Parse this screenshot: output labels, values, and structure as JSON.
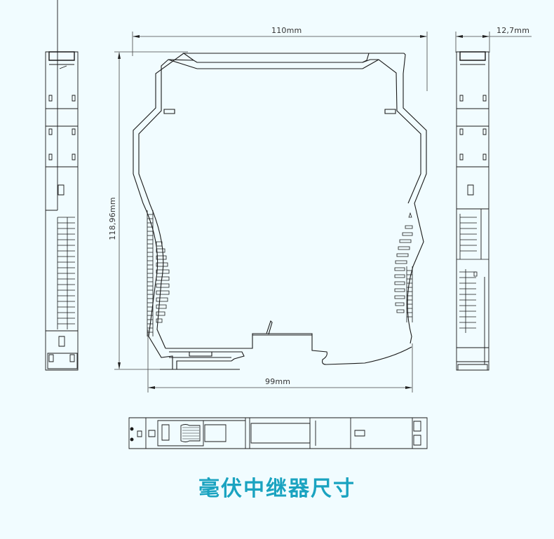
{
  "caption": {
    "text": "毫伏中继器尺寸",
    "color": "#1aa3c0"
  },
  "colors": {
    "background": "#f1fcff",
    "line": "#1a1a1a",
    "dimension_line": "#444444"
  },
  "dimensions": {
    "width_total": "110mm",
    "height_total": "118,96mm",
    "base_width": "99mm",
    "thickness": "12,7mm"
  },
  "views": [
    {
      "name": "left-side-view"
    },
    {
      "name": "front-view"
    },
    {
      "name": "right-side-view"
    },
    {
      "name": "bottom-view"
    }
  ]
}
